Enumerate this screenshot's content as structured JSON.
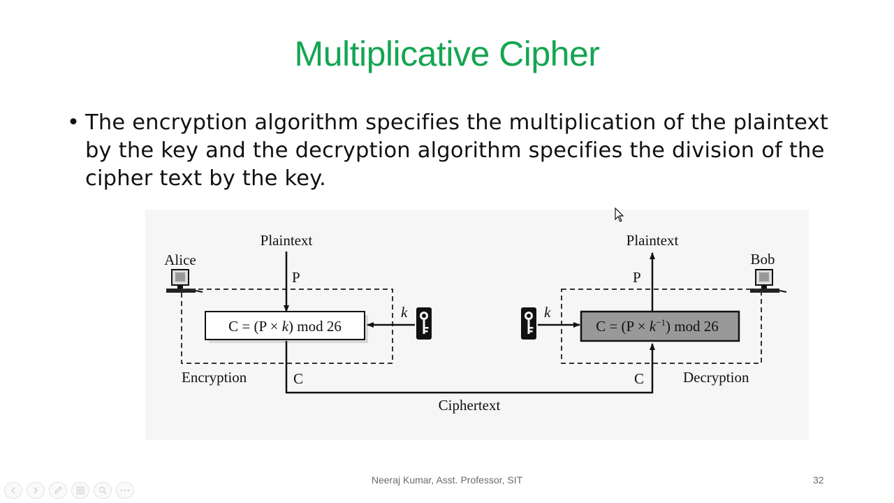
{
  "slide": {
    "title": "Multiplicative Cipher",
    "bullet": "The encryption algorithm specifies the multiplication of the plaintext by the key and the decryption algorithm specifies the division of the cipher text by the key.",
    "footer": "Neeraj Kumar, Asst. Professor, SIT",
    "page_number": "32"
  },
  "diagram": {
    "alice": "Alice",
    "bob": "Bob",
    "plaintext_top_left": "Plaintext",
    "plaintext_top_right": "Plaintext",
    "p_left": "P",
    "p_right": "P",
    "k_left": "k",
    "k_right": "k",
    "c_left": "C",
    "c_right": "C",
    "encryption": "Encryption",
    "decryption": "Decryption",
    "ciphertext": "Ciphertext",
    "enc_formula_prefix": "C = (P × ",
    "enc_formula_key": "k",
    "enc_formula_suffix": ") mod 26",
    "dec_formula_prefix": "C = (P × ",
    "dec_formula_key": "k",
    "dec_formula_exp": "−1",
    "dec_formula_suffix": ") mod 26"
  },
  "controls": {
    "icons": [
      "previous-icon",
      "next-icon",
      "pen-icon",
      "slides-icon",
      "zoom-icon",
      "more-icon"
    ]
  }
}
